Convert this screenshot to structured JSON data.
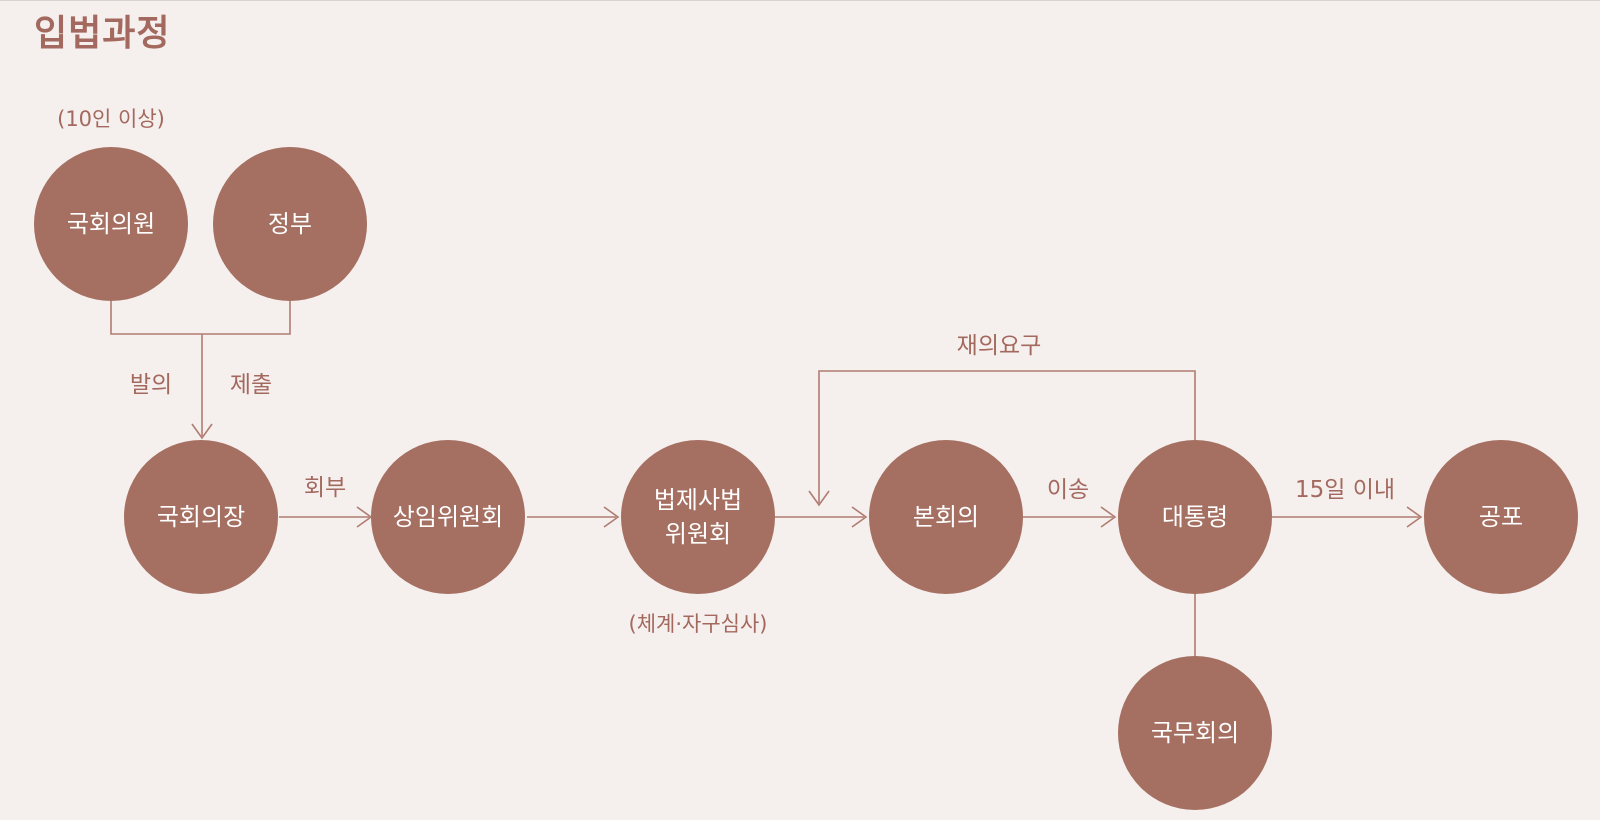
{
  "title": "입법과정",
  "nodes": {
    "member": "국회의원",
    "government": "정부",
    "speaker": "국회의장",
    "standing_committee": "상임위원회",
    "legislation_committee": "법제사법\n위원회",
    "plenary": "본회의",
    "president": "대통령",
    "cabinet": "국무회의",
    "promulgation": "공포"
  },
  "labels": {
    "member_condition": "(10인 이상)",
    "propose": "발의",
    "submit": "제출",
    "refer": "회부",
    "review": "(체계·자구심사)",
    "reconsideration": "재의요구",
    "transfer": "이송",
    "within_15_days": "15일 이내"
  },
  "colors": {
    "node_fill": "#a56f61",
    "line": "#b07d72",
    "text_accent": "#a4695e",
    "background": "#f5efed"
  }
}
